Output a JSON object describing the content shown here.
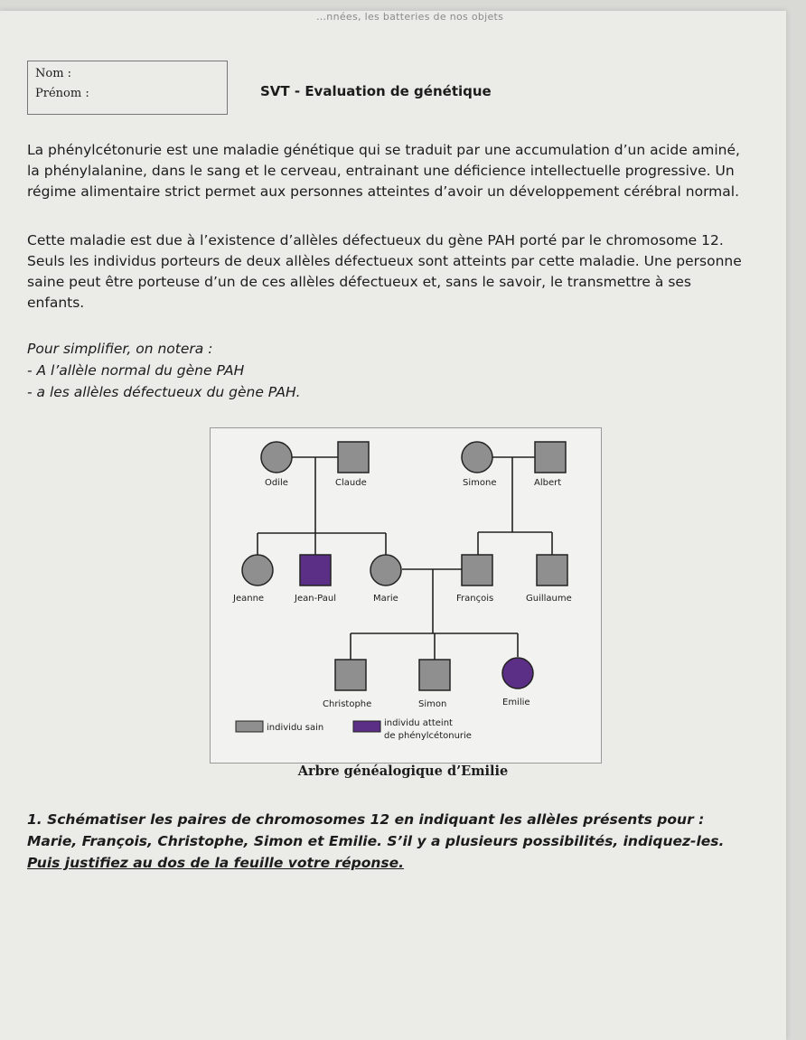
{
  "page": {
    "bleed_text": "…nnées, les batteries de nos objets",
    "nom_label": "Nom :",
    "prenom_label": "Prénom :",
    "title": "SVT - Evaluation de génétique",
    "para1": "La phénylcétonurie est une maladie génétique qui se traduit par une accumulation d’un acide aminé, la phénylalanine, dans le sang et le cerveau, entrainant une déficience intellectuelle progressive. Un régime alimentaire strict permet aux personnes atteintes d’avoir un développement cérébral normal.",
    "para2": "Cette maladie est due à l’existence d’allèles défectueux du gène PAH porté par le chromosome 12. Seuls les individus porteurs de deux allèles défectueux sont atteints par cette maladie. Une personne saine peut être porteuse d’un de ces allèles défectueux et, sans le savoir, le transmettre à ses enfants.",
    "simplify_intro": "Pour simplifier, on notera :",
    "simplify_a_upper": "- A l’allèle normal du gène PAH",
    "simplify_a_lower": "- a les allèles défectueux du gène PAH.",
    "caption": "Arbre généalogique d’Emilie",
    "question_line1": "1. Schématiser les paires de chromosomes 12 en indiquant les allèles présents pour :",
    "question_line2": "Marie, François, Christophe, Simon et Emilie. S’il y a plusieurs possibilités, indiquez-les.",
    "question_line3": "Puis justifiez au dos de la feuille votre réponse."
  },
  "pedigree": {
    "colors": {
      "healthy": "#8f8f8f",
      "affected": "#5b2f86",
      "line": "#222222"
    },
    "individuals": {
      "odile": {
        "name": "Odile",
        "sex": "female",
        "status": "healthy"
      },
      "claude": {
        "name": "Claude",
        "sex": "male",
        "status": "healthy"
      },
      "simone": {
        "name": "Simone",
        "sex": "female",
        "status": "healthy"
      },
      "albert": {
        "name": "Albert",
        "sex": "male",
        "status": "healthy"
      },
      "jeanne": {
        "name": "Jeanne",
        "sex": "female",
        "status": "healthy"
      },
      "jean_paul": {
        "name": "Jean-Paul",
        "sex": "male",
        "status": "affected"
      },
      "marie": {
        "name": "Marie",
        "sex": "female",
        "status": "healthy"
      },
      "francois": {
        "name": "François",
        "sex": "male",
        "status": "healthy"
      },
      "guillaume": {
        "name": "Guillaume",
        "sex": "male",
        "status": "healthy"
      },
      "christophe": {
        "name": "Christophe",
        "sex": "male",
        "status": "healthy"
      },
      "simon": {
        "name": "Simon",
        "sex": "male",
        "status": "healthy"
      },
      "emilie": {
        "name": "Emilie",
        "sex": "female",
        "status": "affected"
      }
    },
    "legend": {
      "healthy_label": "individu sain",
      "affected_label_1": "individu atteint",
      "affected_label_2": "de phénylcétonurie"
    }
  }
}
